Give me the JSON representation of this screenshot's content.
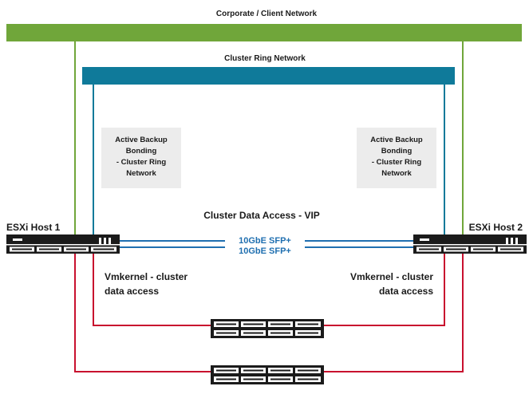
{
  "networks": {
    "corporate_label": "Corporate / Client Network",
    "corporate_color": "#70a63a",
    "ring_label": "Cluster Ring Network",
    "ring_color": "#0f7a9a"
  },
  "bonding_box": {
    "line1": "Active Backup",
    "line2": "Bonding",
    "line3": "- Cluster Ring",
    "line4": "Network",
    "fill": "#ececec"
  },
  "vip_label": "Cluster Data Access - VIP",
  "hosts": [
    {
      "label": "ESXi Host 1"
    },
    {
      "label": "ESXi Host 2"
    }
  ],
  "links": {
    "sfp_1": "10GbE SFP+",
    "sfp_2": "10GbE SFP+",
    "color": "#1f6fb0"
  },
  "vmkernel": {
    "left_line1": "Vmkernel - cluster",
    "left_line2": "data access",
    "right_line1": "Vmkernel - cluster",
    "right_line2": "data access",
    "color": "#c8102e"
  },
  "icons": {
    "host_switch": "rack-switch-icon",
    "storage_switch": "network-switch-icon"
  }
}
